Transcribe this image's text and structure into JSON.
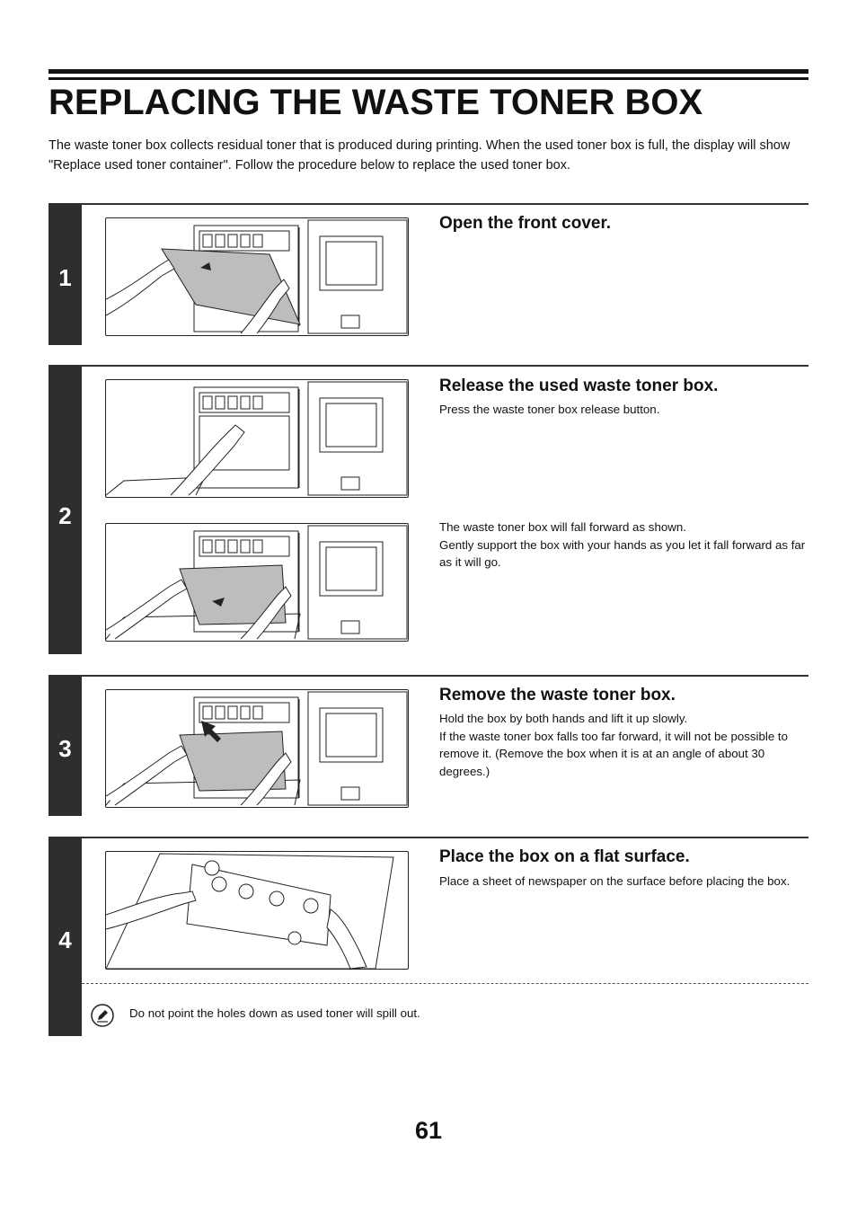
{
  "title": "REPLACING THE WASTE TONER BOX",
  "intro": "The waste toner box collects residual toner that is produced during printing. When the used toner box is full, the display will show \"Replace used toner container\". Follow the procedure below to replace the used toner box.",
  "steps": [
    {
      "number": "1",
      "title": "Open the front cover.",
      "texts": []
    },
    {
      "number": "2",
      "title": "Release the used waste toner box.",
      "texts": [
        "Press the waste toner box release button.",
        "The waste toner box will fall forward as shown.\nGently support the box with your hands as you let it fall forward as far as it will go."
      ]
    },
    {
      "number": "3",
      "title": "Remove the waste toner box.",
      "texts": [
        "Hold the box by both hands and lift it up slowly.\nIf the waste toner box falls too far forward, it will not be possible to remove it. (Remove the box when it is at an angle of about 30 degrees.)"
      ]
    },
    {
      "number": "4",
      "title": "Place the box on a flat surface.",
      "texts": [
        "Place a sheet of newspaper on the surface before placing the box."
      ]
    }
  ],
  "note": {
    "icon": "pencil-note-icon",
    "text": "Do not point the holes down as used toner will spill out."
  },
  "page_number": "61"
}
